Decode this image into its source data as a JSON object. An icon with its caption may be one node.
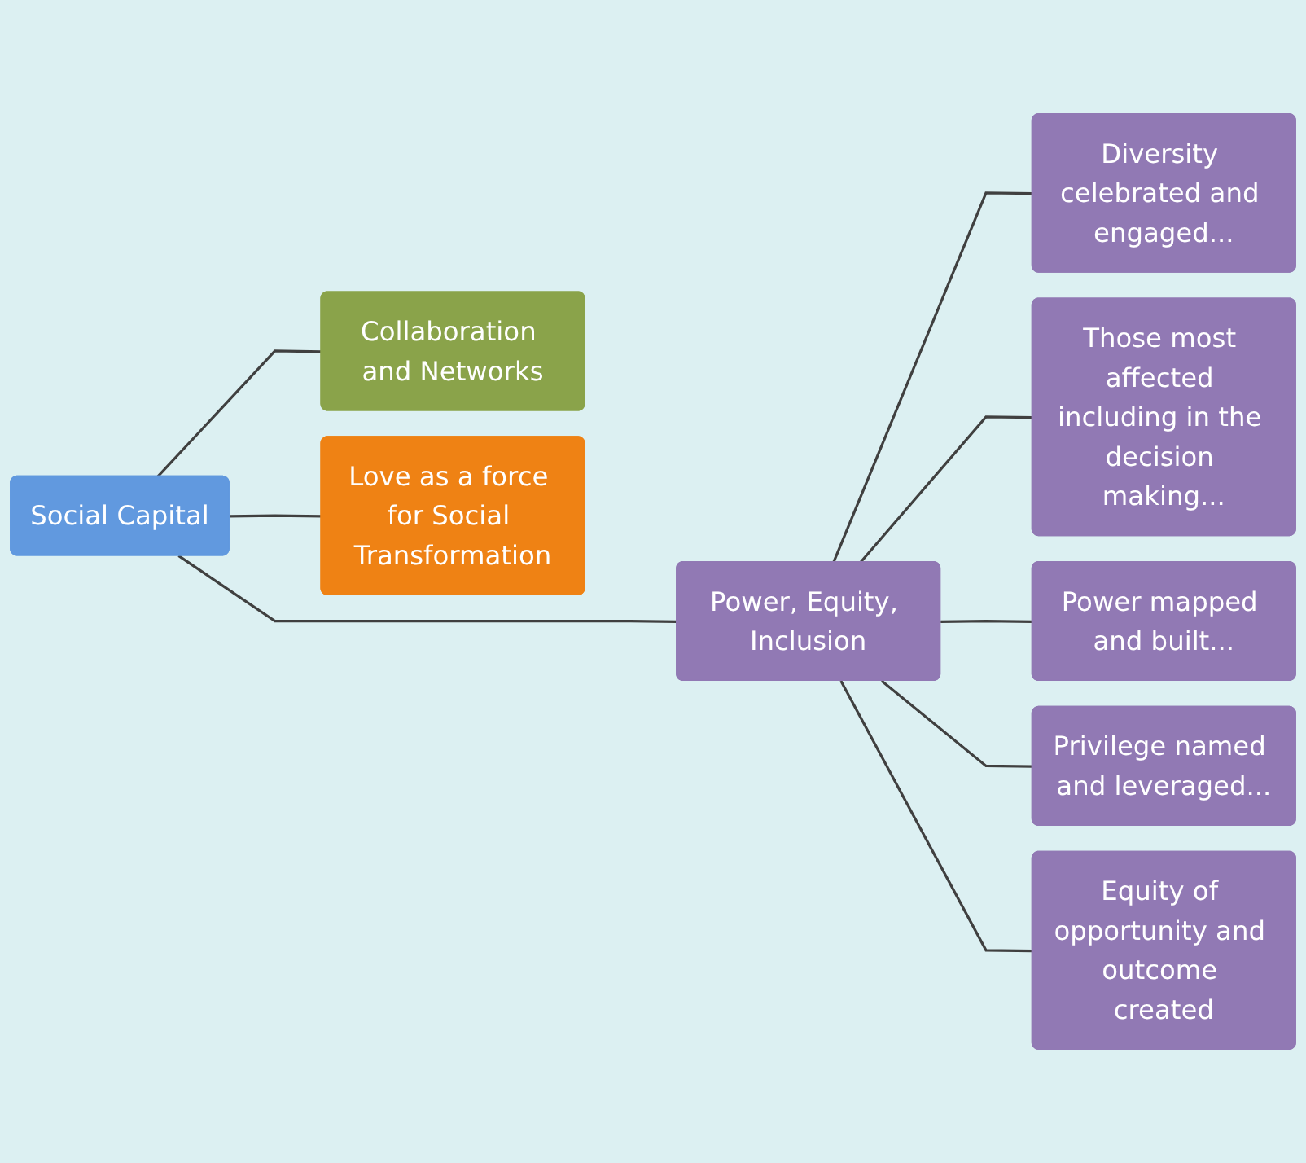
{
  "diagram": {
    "nodes": [
      {
        "text": [
          "Social Capital"
        ]
      },
      {
        "text": [
          "Collaboration and Networks"
        ]
      },
      {
        "text": [
          "Power, Equity, Inclusion"
        ]
      },
      {
        "text": [
          "Love as a force for Social Transformation"
        ]
      },
      {
        "text": [
          "Diversity celebrated and engaged..."
        ]
      },
      {
        "text": [
          "Those most affected including in the decision making..."
        ]
      },
      {
        "text": [
          "Power mapped and built..."
        ]
      },
      {
        "text": [
          "Privilege named and leveraged..."
        ]
      },
      {
        "text": [
          "Equity of opportunity and outcome created"
        ]
      }
    ],
    "edges": [
      {
        "from": 0,
        "to": 1,
        "arrow": "none"
      },
      {
        "from": 0,
        "to": 2,
        "arrow": "none"
      },
      {
        "from": 0,
        "to": 3,
        "arrow": "none"
      },
      {
        "from": 2,
        "to": 4,
        "arrow": "none"
      },
      {
        "from": 2,
        "to": 5,
        "arrow": "none"
      },
      {
        "from": 2,
        "to": 6,
        "arrow": "none"
      },
      {
        "from": 2,
        "to": 7,
        "arrow": "none"
      },
      {
        "from": 2,
        "to": 8,
        "arrow": "none"
      }
    ]
  }
}
